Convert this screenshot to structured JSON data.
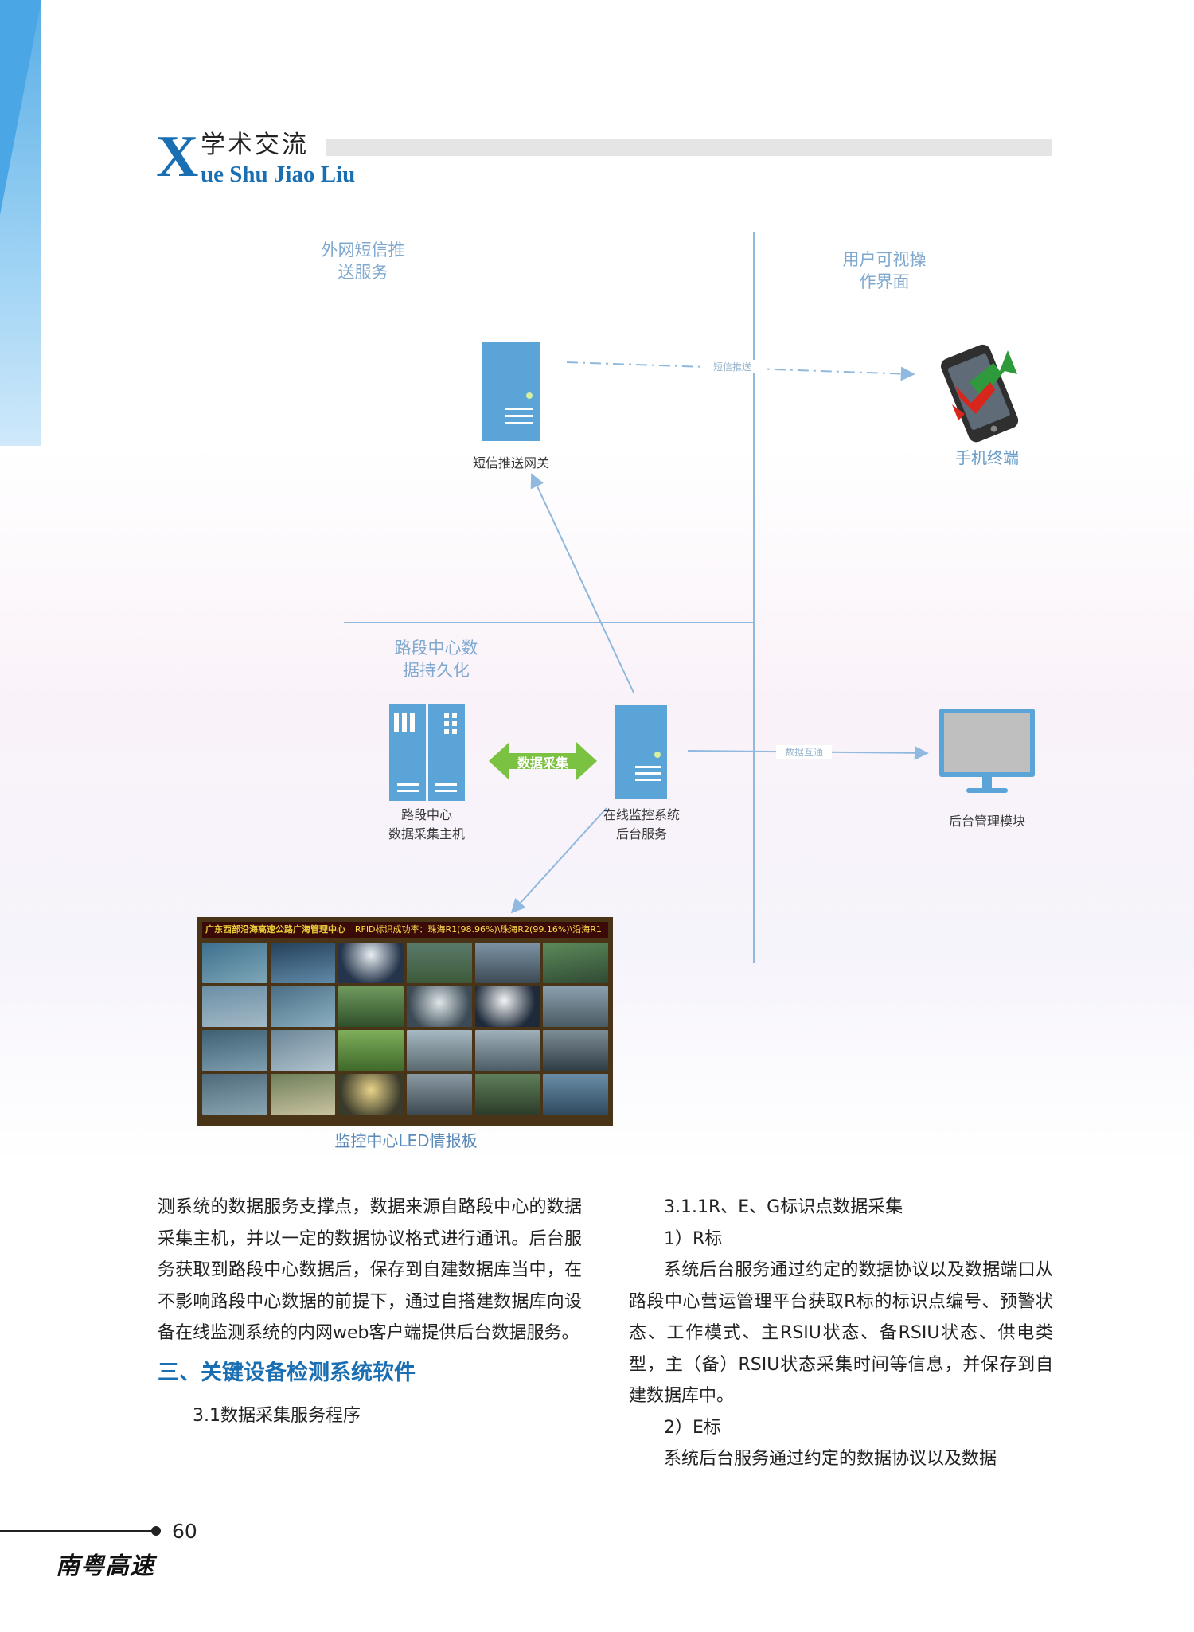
{
  "header": {
    "logo_letter": "X",
    "section_cn": "学术交流",
    "section_en": "ue Shu Jiao Liu"
  },
  "diagram": {
    "zones": {
      "external_sms": "外网短信推\n送服务",
      "user_ui": "用户可视操\n作界面",
      "center_persist": "路段中心数\n据持久化"
    },
    "nodes": {
      "sms_gateway": "短信推送网关",
      "mobile": "手机终端",
      "center_host": "路段中心\n数据采集主机",
      "monitor_backend": "在线监控系统\n后台服务",
      "admin_module": "后台管理模块",
      "led_board": "监控中心LED情报板"
    },
    "arrows": {
      "sms_push": "短信推送",
      "data_collect": "数据采集",
      "data_link": "数据互通"
    },
    "led_header": "广东西部沿海高速公路广海管理中心",
    "led_ticker": "RFID标识成功率：珠海R1(98.96%)\\珠海R2(99.16%)\\沿海R1"
  },
  "body": {
    "left": {
      "para1": "测系统的数据服务支撑点，数据来源自路段中心的数据采集主机，并以一定的数据协议格式进行通讯。后台服务获取到路段中心数据后，保存到自建数据库当中，在不影响路段中心数据的前提下，通过自搭建数据库向设备在线监测系统的内网web客户端提供后台数据服务。",
      "heading": "三、关键设备检测系统软件",
      "sub1": "3.1数据采集服务程序"
    },
    "right": {
      "sub": "3.1.1R、E、G标识点数据采集",
      "item1": "1）R标",
      "para1": "系统后台服务通过约定的数据协议以及数据端口从路段中心营运管理平台获取R标的标识点编号、预警状态、工作模式、主RSIU状态、备RSIU状态、供电类型，主（备）RSIU状态采集时间等信息，并保存到自建数据库中。",
      "item2": "2）E标",
      "para2": "系统后台服务通过约定的数据协议以及数据"
    }
  },
  "footer": {
    "page_number": "60",
    "magazine": "南粤高速"
  },
  "colors": {
    "accent_blue": "#1a6fb3",
    "server_blue": "#5aa4d8",
    "line_blue": "#8fb9de",
    "collect_green": "#7cc242"
  },
  "icons": [
    "server-icon",
    "rack-server-icon",
    "smartphone-icon",
    "monitor-icon",
    "video-wall"
  ]
}
